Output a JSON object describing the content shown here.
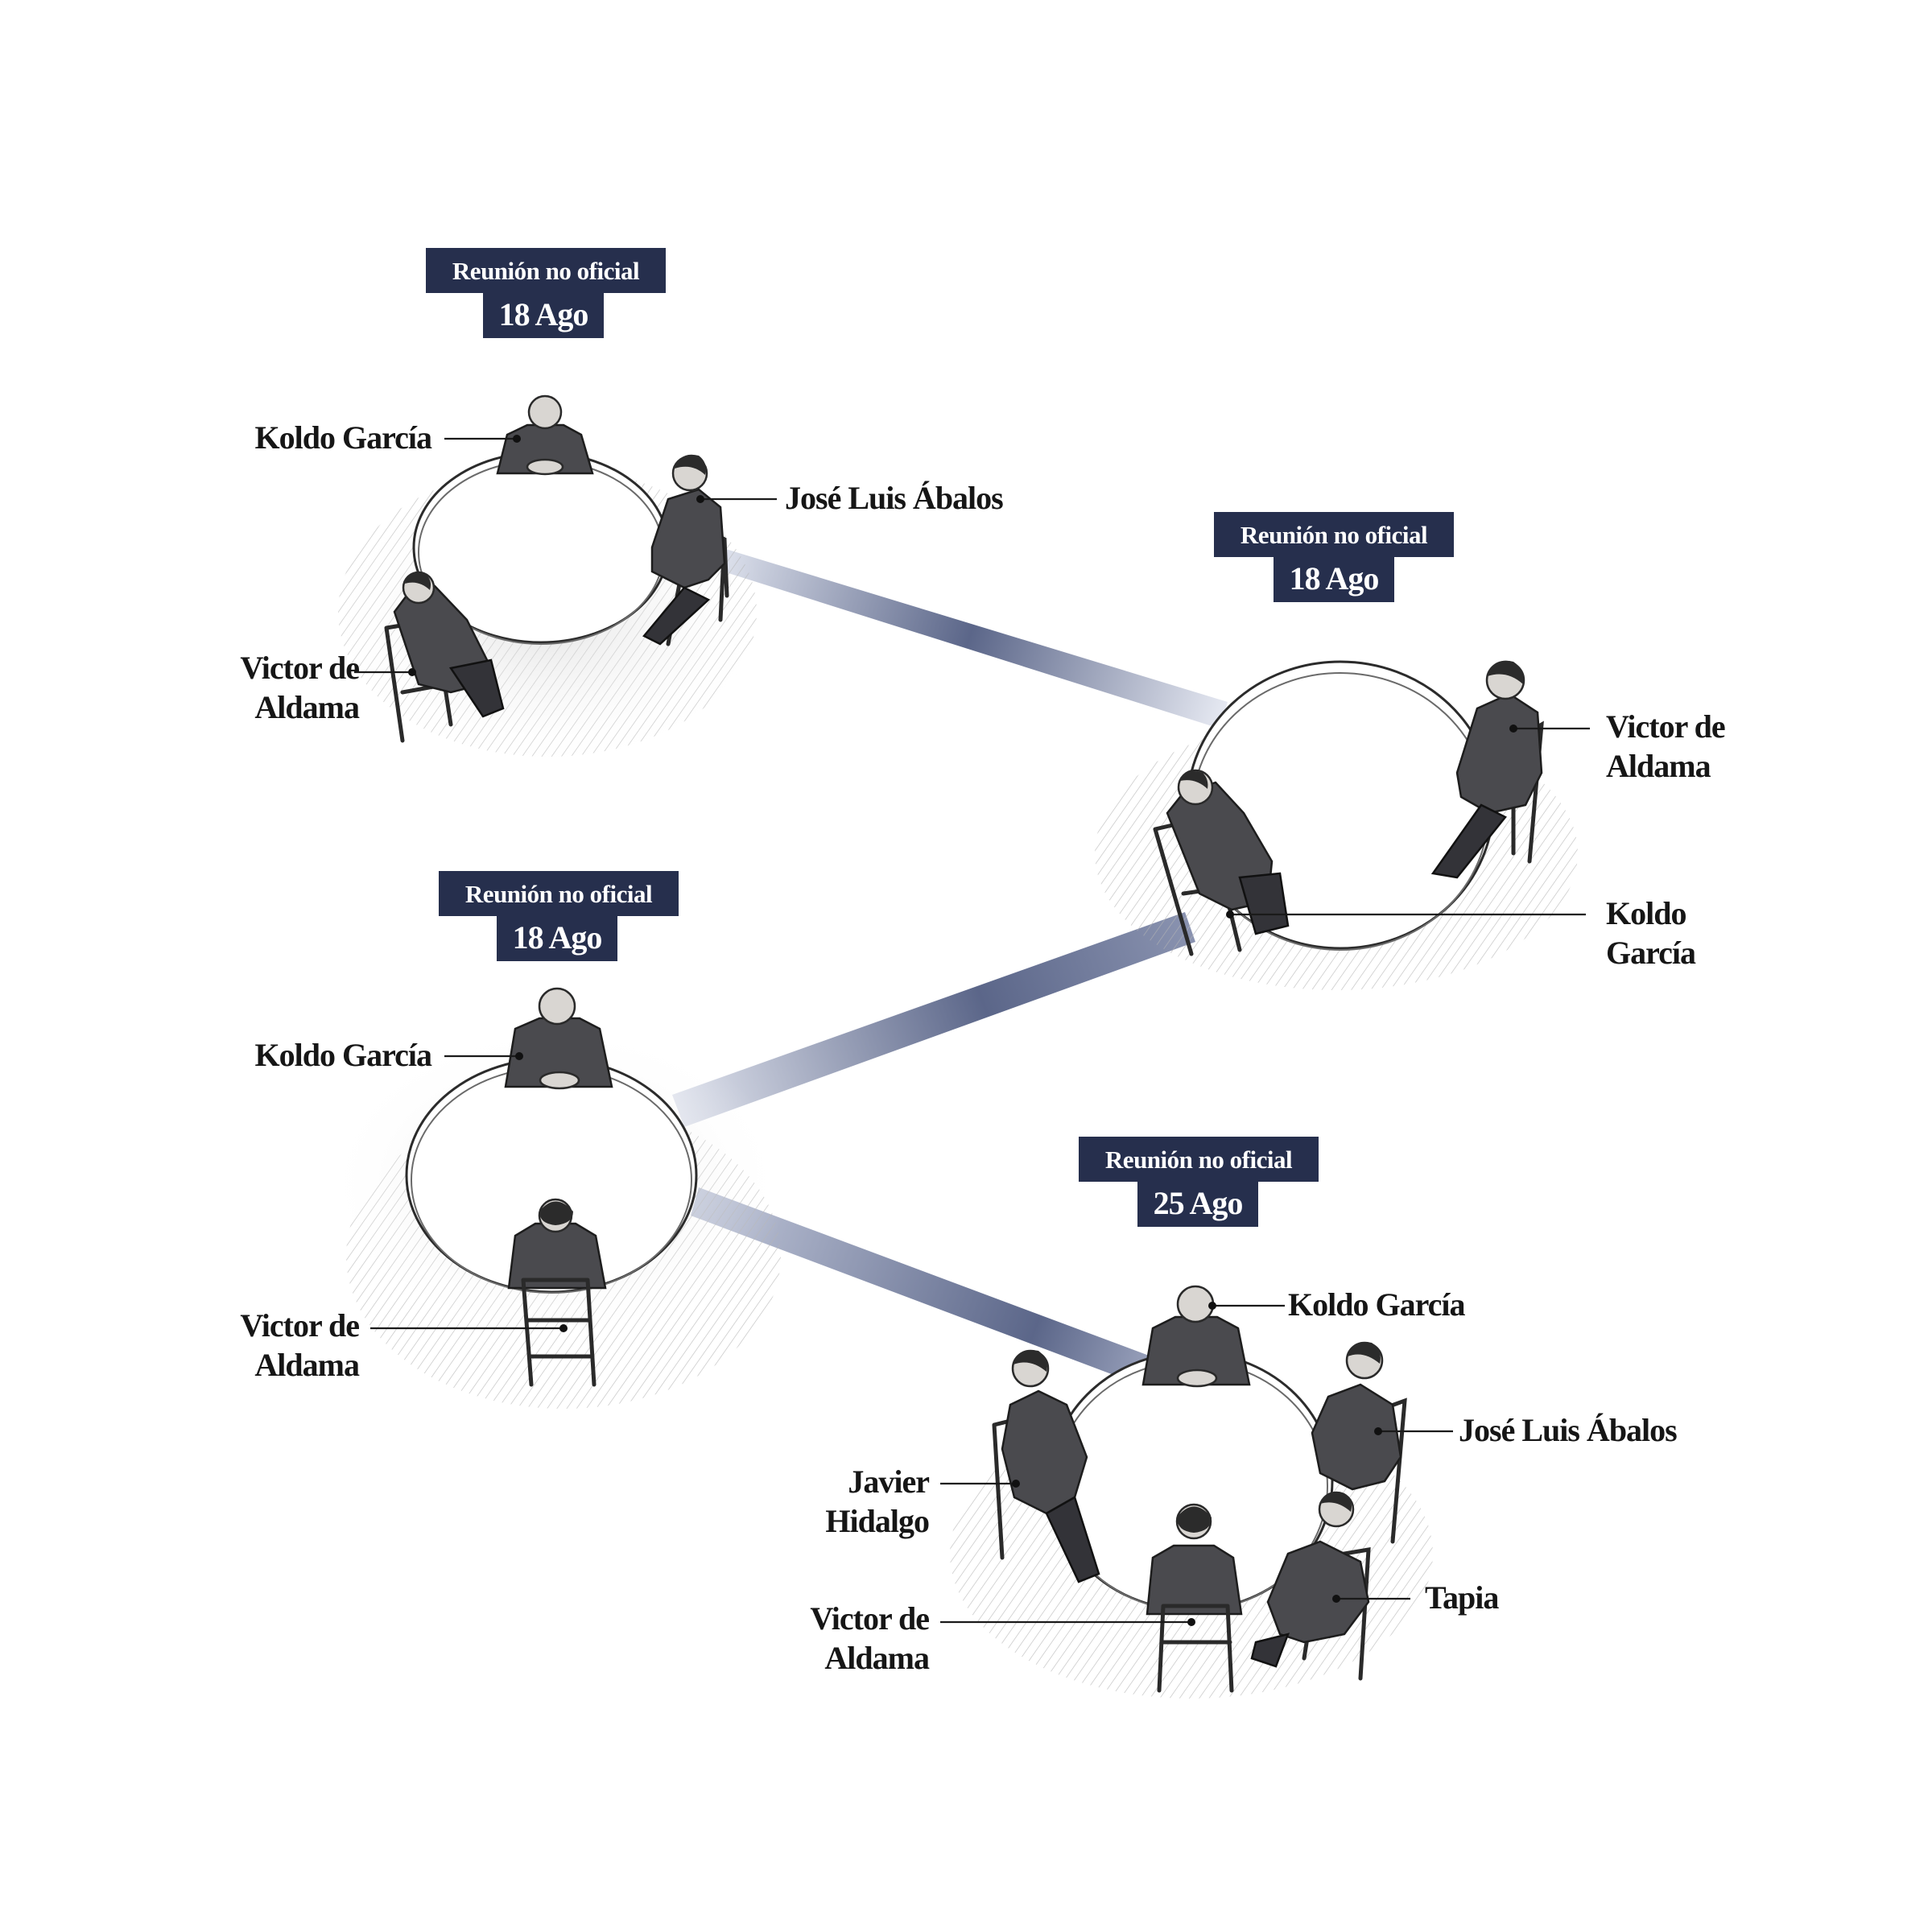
{
  "meetings": [
    {
      "badge": {
        "type": "Reunión no oficial",
        "date": "18 Ago"
      },
      "people": [
        "Koldo García",
        "José Luis Ábalos",
        "Victor de Aldama"
      ]
    },
    {
      "badge": {
        "type": "Reunión no oficial",
        "date": "18 Ago"
      },
      "people": [
        "Victor de Aldama",
        "Koldo García"
      ]
    },
    {
      "badge": {
        "type": "Reunión no oficial",
        "date": "18 Ago"
      },
      "people": [
        "Koldo García",
        "Victor de Aldama"
      ]
    },
    {
      "badge": {
        "type": "Reunión no oficial",
        "date": "25 Ago"
      },
      "people": [
        "Koldo García",
        "José Luis Ábalos",
        "Javier Hidalgo",
        "Tapia",
        "Victor de Aldama"
      ]
    }
  ],
  "labels": {
    "m1_koldo": "Koldo García",
    "m1_abalos": "José Luis Ábalos",
    "m1_aldama_l1": "Victor de",
    "m1_aldama_l2": "Aldama",
    "m2_aldama_l1": "Victor de",
    "m2_aldama_l2": "Aldama",
    "m2_koldo_l1": "Koldo",
    "m2_koldo_l2": "García",
    "m3_koldo": "Koldo García",
    "m3_aldama_l1": "Victor de",
    "m3_aldama_l2": "Aldama",
    "m4_koldo": "Koldo García",
    "m4_abalos": "José Luis Ábalos",
    "m4_hidalgo_l1": "Javier",
    "m4_hidalgo_l2": "Hidalgo",
    "m4_tapia": "Tapia",
    "m4_aldama_l1": "Victor de",
    "m4_aldama_l2": "Aldama"
  },
  "colors": {
    "badge_bg": "#262f4d",
    "connector_mid": "#5b6689",
    "connector_light": "#e6e9f2"
  }
}
